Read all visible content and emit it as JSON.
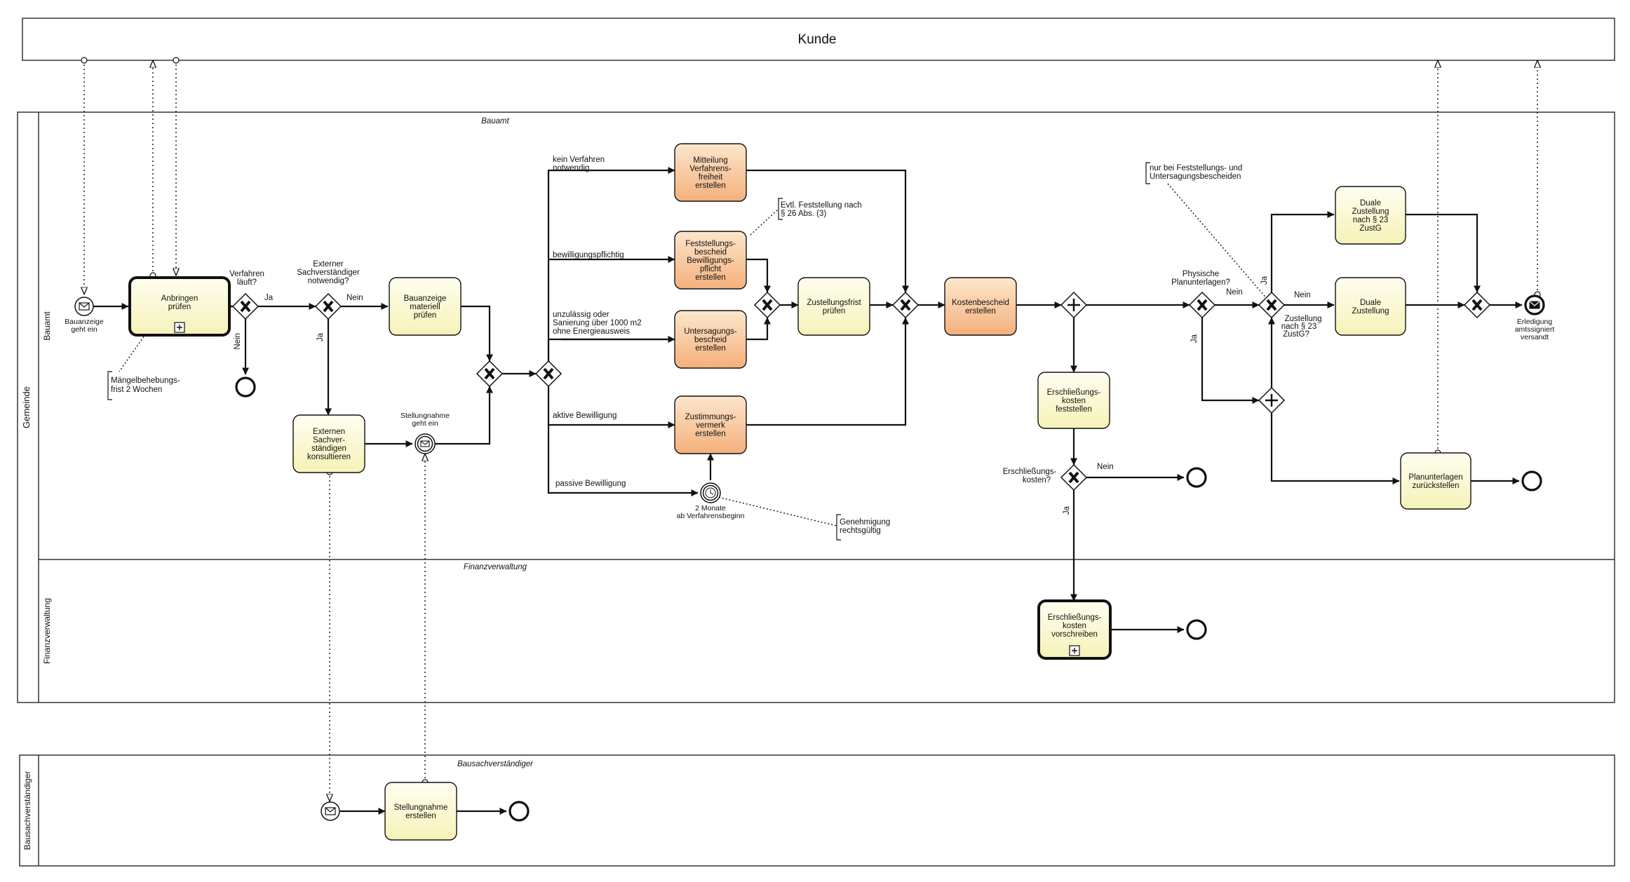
{
  "pools": {
    "kunde": "Kunde",
    "gemeinde": "Gemeinde",
    "bausachverstaendiger": "Bausachverständiger"
  },
  "lanes": {
    "bauamt": "Bauamt",
    "finanz": "Finanzverwaltung",
    "bauamt_watermark": "Bauamt",
    "finanz_watermark": "Finanzverwaltung",
    "bsv_watermark": "Bausachverständiger"
  },
  "events": {
    "start_bauanzeige": [
      "Bauanzeige",
      "geht ein"
    ],
    "stellungnahme_geht_ein": [
      "Stellungnahme",
      "geht ein"
    ],
    "timer_2_monate": [
      "2 Monate",
      "ab Verfahrensbeginn"
    ],
    "erledigung": [
      "Erledigung",
      "amtssigniert",
      "versandt"
    ]
  },
  "tasks": {
    "anbringen_pruefen": [
      "Anbringen",
      "prüfen"
    ],
    "bauanzeige_pruefen": [
      "Bauanzeige",
      "materiell",
      "prüfen"
    ],
    "externen_konsultieren": [
      "Externen",
      "Sachver-",
      "ständigen",
      "konsultieren"
    ],
    "mitteilung": [
      "Mitteilung",
      "Verfahrens-",
      "freiheit",
      "erstellen"
    ],
    "feststellungsbescheid": [
      "Feststellungs-",
      "bescheid",
      "Bewilligungs-",
      "pflicht",
      "erstellen"
    ],
    "untersagungsbescheid": [
      "Untersagungs-",
      "bescheid",
      "erstellen"
    ],
    "zustimmungsvermerk": [
      "Zustimmungs-",
      "vermerk",
      "erstellen"
    ],
    "zustellungsfrist": [
      "Zustellungsfrist",
      "prüfen"
    ],
    "kostenbescheid": [
      "Kostenbescheid",
      "erstellen"
    ],
    "erschliessungskosten_feststellen": [
      "Erschließungs-",
      "kosten",
      "feststellen"
    ],
    "erschliessungskosten_vorschreiben": [
      "Erschließungs-",
      "kosten",
      "vorschreiben"
    ],
    "duale_zustellung_23": [
      "Duale",
      "Zustellung",
      "nach § 23",
      "ZustG"
    ],
    "duale_zustellung": [
      "Duale",
      "Zustellung"
    ],
    "planunterlagen": [
      "Planunterlagen",
      "zurückstellen"
    ],
    "stellungnahme_erstellen": [
      "Stellungnahme",
      "erstellen"
    ]
  },
  "gateways": {
    "verfahren_laeuft": [
      "Verfahren",
      "läuft?"
    ],
    "externer_sv": [
      "Externer",
      "Sachverständiger",
      "notwendig?"
    ],
    "physische_planunterlagen": [
      "Physische",
      "Planunterlagen?"
    ],
    "zustellung_23": [
      "Zustellung",
      "nach § 23",
      "ZustG?"
    ],
    "erschliessungskosten": [
      "Erschließungs-",
      "kosten?"
    ]
  },
  "flow_labels": {
    "ja": "Ja",
    "nein": "Nein",
    "kein_verfahren": [
      "kein Verfahren",
      "notwendig"
    ],
    "bewilligungspflichtig": "bewilligungspflichtig",
    "unzulaessig": [
      "unzulässig oder",
      "Sanierung über 1000 m2",
      "ohne Energieausweis"
    ],
    "aktive_bewilligung": "aktive Bewilligung",
    "passive_bewilligung": "passive Bewilligung"
  },
  "annotations": {
    "maengelbehebung": [
      "Mängelbehebungs-",
      "frist 2 Wochen"
    ],
    "feststellung_26": [
      "Evtl. Feststellung nach",
      "§ 26 Abs. (3)"
    ],
    "genehmigung": [
      "Genehmigung",
      "rechtsgültig"
    ],
    "nur_bei": [
      "nur bei Feststellungs- und",
      "Untersagungsbescheiden"
    ]
  },
  "colors": {
    "task_yellow": "#fdfbd6",
    "task_orange_top": "#fde6cc",
    "task_orange_bottom": "#f4b07c",
    "line": "#111111",
    "watermark": "#a8a8a8",
    "pool_border": "#333333"
  },
  "icons": {
    "message": "envelope-icon",
    "subprocess": "plus-square-icon",
    "timer": "clock-icon",
    "exclusive": "x-icon",
    "parallel": "plus-icon"
  }
}
